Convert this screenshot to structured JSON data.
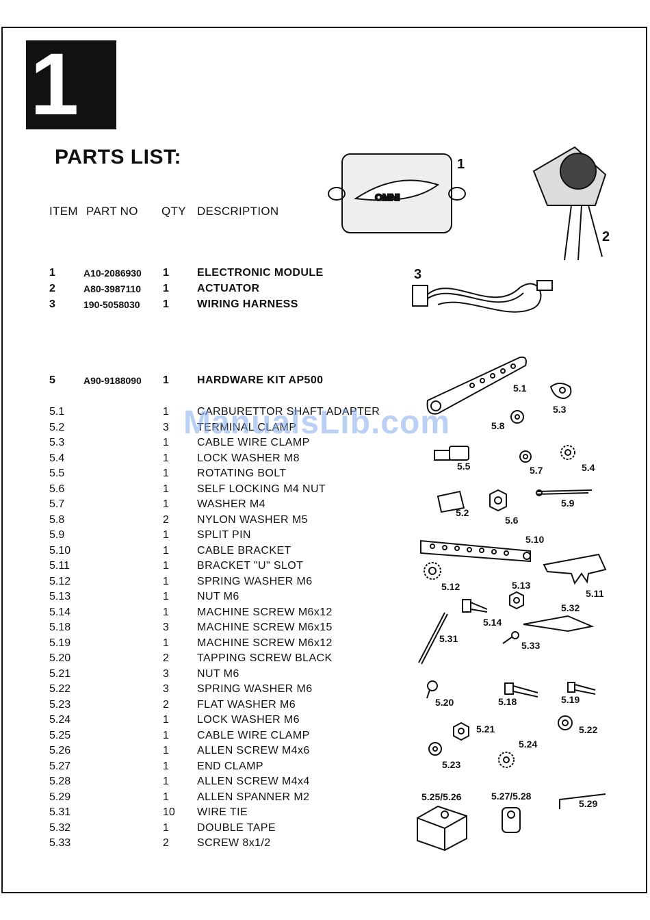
{
  "chapter_number": "1",
  "title": "PARTS LIST:",
  "columns": {
    "item": "ITEM",
    "part_no": "PART NO",
    "qty": "QTY",
    "description": "DESCRIPTION"
  },
  "main_parts": [
    {
      "item": "1",
      "part_no": "A10-2086930",
      "qty": "1",
      "description": "ELECTRONIC MODULE"
    },
    {
      "item": "2",
      "part_no": "A80-3987110",
      "qty": "1",
      "description": "ACTUATOR"
    },
    {
      "item": "3",
      "part_no": "190-5058030",
      "qty": "1",
      "description": "WIRING HARNESS"
    }
  ],
  "kit": {
    "item": "5",
    "part_no": "A90-9188090",
    "qty": "1",
    "description": "HARDWARE KIT AP500"
  },
  "kit_parts": [
    {
      "item": "5.1",
      "qty": "1",
      "description": "CARBURETTOR SHAFT ADAPTER"
    },
    {
      "item": "5.2",
      "qty": "3",
      "description": "TERMINAL CLAMP"
    },
    {
      "item": "5.3",
      "qty": "1",
      "description": "CABLE WIRE CLAMP"
    },
    {
      "item": "5.4",
      "qty": "1",
      "description": "LOCK WASHER M8"
    },
    {
      "item": "5.5",
      "qty": "1",
      "description": "ROTATING BOLT"
    },
    {
      "item": "5.6",
      "qty": "1",
      "description": "SELF LOCKING M4 NUT"
    },
    {
      "item": "5.7",
      "qty": "1",
      "description": "WASHER M4"
    },
    {
      "item": "5.8",
      "qty": "2",
      "description": "NYLON WASHER M5"
    },
    {
      "item": "5.9",
      "qty": "1",
      "description": "SPLIT PIN"
    },
    {
      "item": "5.10",
      "qty": "1",
      "description": "CABLE BRACKET"
    },
    {
      "item": "5.11",
      "qty": "1",
      "description": "BRACKET \"U\" SLOT"
    },
    {
      "item": "5.12",
      "qty": "1",
      "description": "SPRING WASHER M6"
    },
    {
      "item": "5.13",
      "qty": "1",
      "description": "NUT M6"
    },
    {
      "item": "5.14",
      "qty": "1",
      "description": "MACHINE SCREW M6x12"
    },
    {
      "item": "5.18",
      "qty": "3",
      "description": "MACHINE SCREW M6x15"
    },
    {
      "item": "5.19",
      "qty": "1",
      "description": "MACHINE SCREW M6x12"
    },
    {
      "item": "5.20",
      "qty": "2",
      "description": "TAPPING SCREW BLACK"
    },
    {
      "item": "5.21",
      "qty": "3",
      "description": "NUT M6"
    },
    {
      "item": "5.22",
      "qty": "3",
      "description": "SPRING WASHER M6"
    },
    {
      "item": "5.23",
      "qty": "2",
      "description": "FLAT WASHER M6"
    },
    {
      "item": "5.24",
      "qty": "1",
      "description": "LOCK WASHER M6"
    },
    {
      "item": "5.25",
      "qty": "1",
      "description": "CABLE WIRE CLAMP"
    },
    {
      "item": "5.26",
      "qty": "1",
      "description": "ALLEN SCREW M4x6"
    },
    {
      "item": "5.27",
      "qty": "1",
      "description": "END CLAMP"
    },
    {
      "item": "5.28",
      "qty": "1",
      "description": "ALLEN SCREW M4x4"
    },
    {
      "item": "5.29",
      "qty": "1",
      "description": "ALLEN SPANNER M2"
    },
    {
      "item": "5.31",
      "qty": "10",
      "description": "WIRE TIE"
    },
    {
      "item": "5.32",
      "qty": "1",
      "description": "DOUBLE TAPE"
    },
    {
      "item": "5.33",
      "qty": "2",
      "description": "SCREW 8x1/2"
    }
  ],
  "figure_labels": {
    "module": "1",
    "actuator": "2",
    "harness": "3",
    "p51": "5.1",
    "p53": "5.3",
    "p58": "5.8",
    "p55": "5.5",
    "p57": "5.7",
    "p54": "5.4",
    "p52": "5.2",
    "p56": "5.6",
    "p59": "5.9",
    "p510": "5.10",
    "p512": "5.12",
    "p513": "5.13",
    "p511": "5.11",
    "p532": "5.32",
    "p514": "5.14",
    "p531": "5.31",
    "p533": "5.33",
    "p520": "5.20",
    "p518": "5.18",
    "p519": "5.19",
    "p521": "5.21",
    "p522": "5.22",
    "p524": "5.24",
    "p523": "5.23",
    "p525": "5.25/5.26",
    "p527": "5.27/5.28",
    "p529": "5.29"
  },
  "module_logo": "OMNI",
  "watermark": "ManualsLib.com"
}
